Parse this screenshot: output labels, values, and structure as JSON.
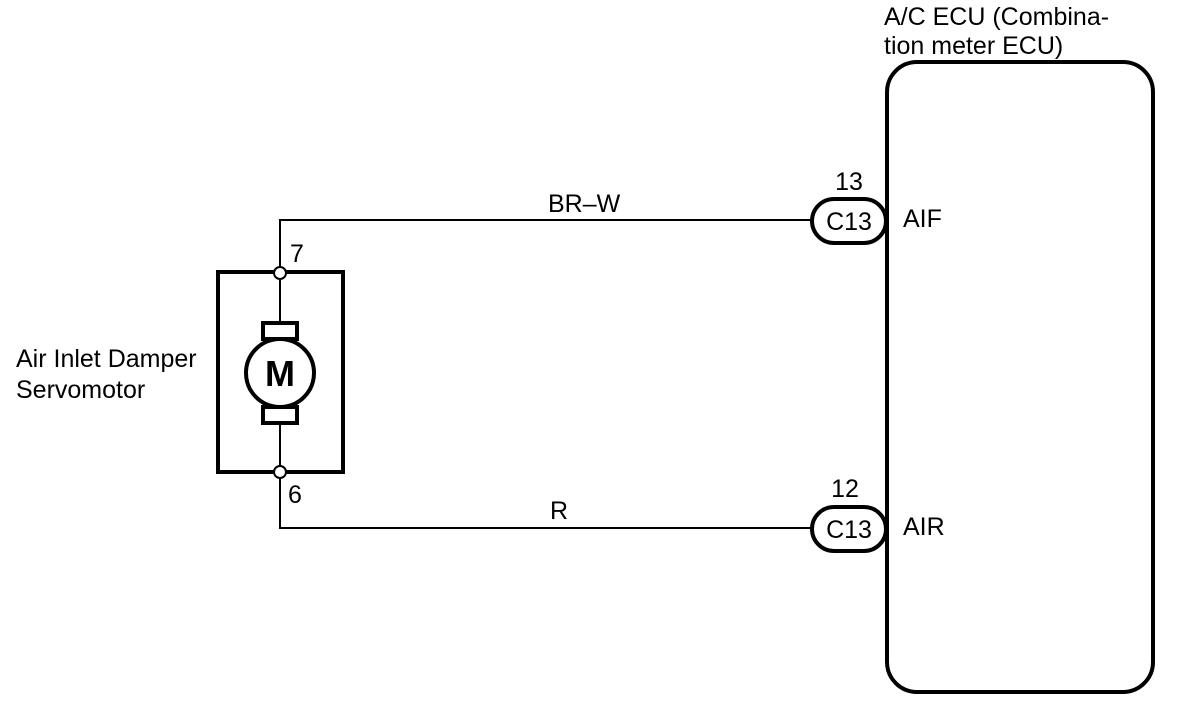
{
  "ecu": {
    "title_line1": "A/C ECU (Combina-",
    "title_line2": "tion meter ECU)"
  },
  "servomotor": {
    "label_line1": "Air Inlet Damper",
    "label_line2": "Servomotor",
    "motor_symbol": "M"
  },
  "wires": [
    {
      "color_code": "BR–W",
      "motor_pin": "7",
      "connector": "C13",
      "connector_pin": "13",
      "ecu_terminal": "AIF"
    },
    {
      "color_code": "R",
      "motor_pin": "6",
      "connector": "C13",
      "connector_pin": "12",
      "ecu_terminal": "AIR"
    }
  ]
}
